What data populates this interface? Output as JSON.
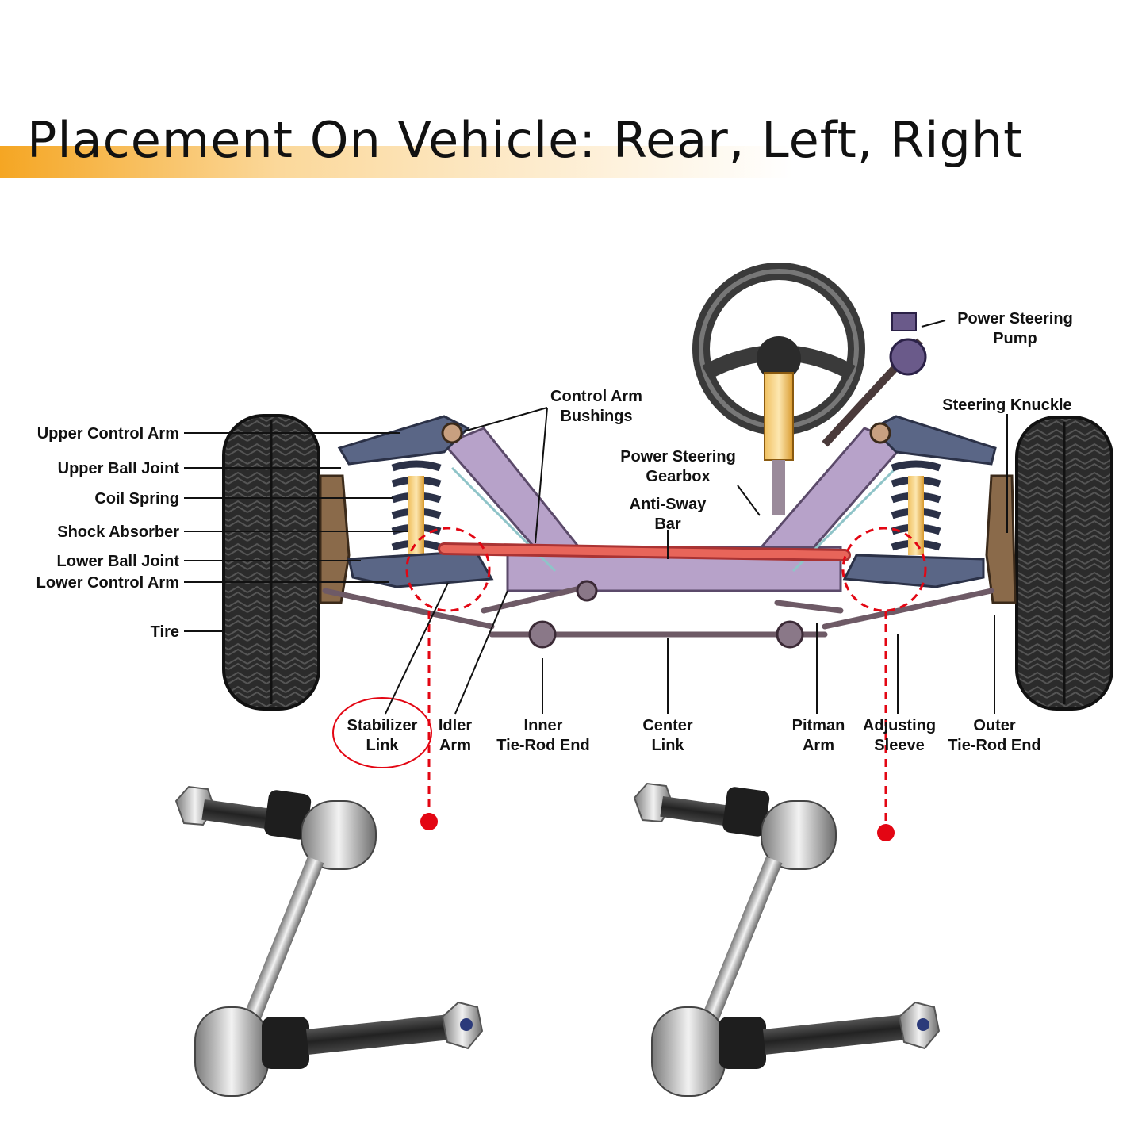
{
  "title": "Placement On Vehicle: Rear, Left, Right",
  "labels": {
    "upper_control_arm": "Upper Control Arm",
    "upper_ball_joint": "Upper Ball Joint",
    "coil_spring": "Coil Spring",
    "shock_absorber": "Shock Absorber",
    "lower_ball_joint": "Lower Ball Joint",
    "lower_control_arm": "Lower Control Arm",
    "tire": "Tire",
    "control_arm_bushings_1": "Control Arm",
    "control_arm_bushings_2": "Bushings",
    "ps_gearbox_1": "Power Steering",
    "ps_gearbox_2": "Gearbox",
    "anti_sway_1": "Anti-Sway",
    "anti_sway_2": "Bar",
    "ps_pump_1": "Power Steering",
    "ps_pump_2": "Pump",
    "steering_knuckle": "Steering Knuckle",
    "stabilizer_1": "Stabilizer",
    "stabilizer_2": "Link",
    "idler_1": "Idler",
    "idler_2": "Arm",
    "inner_tie_1": "Inner",
    "inner_tie_2": "Tie-Rod End",
    "center_1": "Center",
    "center_2": "Link",
    "pitman_1": "Pitman",
    "pitman_2": "Arm",
    "adjusting_1": "Adjusting",
    "adjusting_2": "Sleeve",
    "outer_tie_1": "Outer",
    "outer_tie_2": "Tie-Rod End"
  },
  "colors": {
    "accent_orange": "#f5a623",
    "frame_purple": "#b7a2c9",
    "arm_blue": "#5a6686",
    "sway_bar_red": "#e8655a",
    "marker_red": "#e30613",
    "tire_black": "#2b2b2b"
  }
}
